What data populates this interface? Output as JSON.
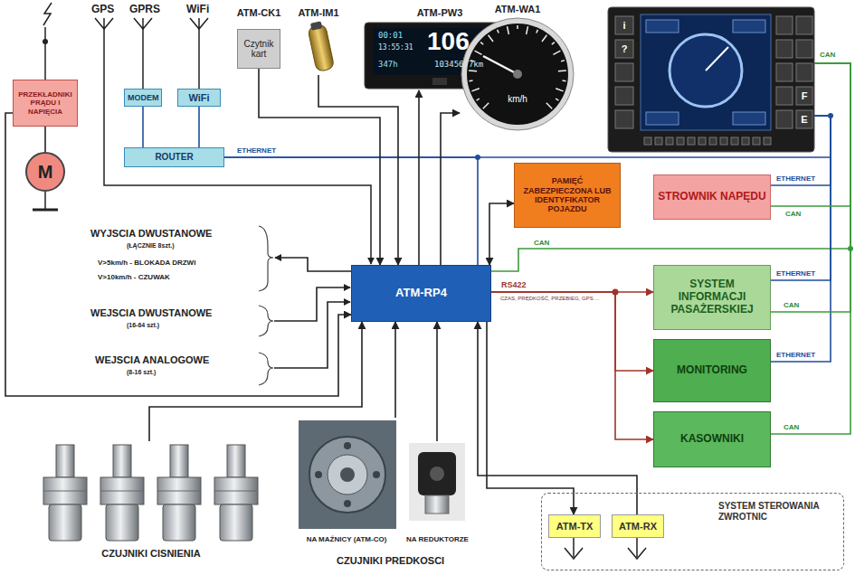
{
  "diagram": {
    "nodes": [
      {
        "text": [
          "PRZEKŁADNIKI PRĄDU I NAPIĘCIA"
        ]
      },
      {
        "text": [
          "M"
        ]
      },
      {
        "text": [
          "MODEM"
        ]
      },
      {
        "text": [
          "WiFi"
        ]
      },
      {
        "text": [
          "ROUTER"
        ]
      },
      {
        "text": [
          "ATM-CK1",
          "Czytnik kart"
        ]
      },
      {
        "text": [
          "ATM-IM1"
        ]
      },
      {
        "text": [
          "ATM-PW3",
          "00:01",
          "13:55:31",
          "106",
          "347h",
          "103456.7km"
        ]
      },
      {
        "text": [
          "ATM-WA1",
          "km/h"
        ]
      },
      {
        "text": [
          "i",
          "?",
          "F",
          "E"
        ]
      },
      {
        "text": [
          "PAMIĘĆ ZABEZPIECZONA LUB IDENTYFIKATOR POJAZDU"
        ]
      },
      {
        "text": [
          "ATM-RP4"
        ]
      },
      {
        "text": [
          "STROWNIK NAPĘDU"
        ]
      },
      {
        "text": [
          "SYSTEM INFORMACJI PASAŻERSKIEJ"
        ]
      },
      {
        "text": [
          "MONITORING"
        ]
      },
      {
        "text": [
          "KASOWNIKI"
        ]
      },
      {
        "text": [
          "CZUJNIKI CISNIENIA"
        ]
      },
      {
        "text": [
          "NA MAŹNICY (ATM-CO)"
        ]
      },
      {
        "text": [
          "NA REDUKTORZE"
        ]
      },
      {
        "text": [
          "SYSTEM STEROWANIA ZWROTNIC"
        ]
      },
      {
        "text": [
          "ATM-TX"
        ],
        "in": 19
      },
      {
        "text": [
          "ATM-RX"
        ],
        "in": 19
      }
    ],
    "edges": [
      {
        "from": 0,
        "to": 11,
        "arrow": "to"
      },
      {
        "from": 0,
        "to": 1,
        "arrow": "none"
      },
      {
        "from": 2,
        "to": 4,
        "arrow": "none"
      },
      {
        "from": 3,
        "to": 4,
        "arrow": "none"
      },
      {
        "from": 4,
        "to": 9,
        "arrow": "none"
      },
      {
        "from": 4,
        "to": 11,
        "arrow": "none"
      },
      {
        "from": 5,
        "to": 11,
        "arrow": "to"
      },
      {
        "from": 6,
        "to": 11,
        "arrow": "to"
      },
      {
        "from": 11,
        "to": 7,
        "arrow": "to"
      },
      {
        "from": 11,
        "to": 8,
        "arrow": "to"
      },
      {
        "from": 11,
        "to": 10,
        "arrow": "both"
      },
      {
        "from": 11,
        "to": 9,
        "arrow": "none"
      },
      {
        "from": 11,
        "to": 13,
        "label": "RS422",
        "arrow": "to"
      },
      {
        "from": 11,
        "to": 14,
        "arrow": "to"
      },
      {
        "from": 11,
        "to": 15,
        "arrow": "to"
      },
      {
        "from": 9,
        "to": 12,
        "arrow": "none"
      },
      {
        "from": 9,
        "to": 13,
        "arrow": "none"
      },
      {
        "from": 9,
        "to": 14,
        "arrow": "none"
      },
      {
        "from": 9,
        "to": 12,
        "arrow": "none"
      },
      {
        "from": 9,
        "to": 13,
        "arrow": "none"
      },
      {
        "from": 9,
        "to": 15,
        "arrow": "none"
      },
      {
        "from": 16,
        "to": 11,
        "arrow": "to"
      },
      {
        "from": 17,
        "to": 11,
        "arrow": "to"
      },
      {
        "from": 18,
        "to": 11,
        "arrow": "to"
      },
      {
        "from": 11,
        "to": 20,
        "arrow": "to"
      },
      {
        "from": 21,
        "to": 11,
        "arrow": "to"
      }
    ],
    "labels": [
      "GPS",
      "GPRS",
      "WiFi",
      "ETHERNET",
      "CAN",
      "ETHERNET",
      "CAN",
      "CAN",
      "ETHERNET",
      "CAN",
      "ETHERNET",
      "CAN",
      "CZAS, PRĘDKOŚĆ, PRZEBIEG, GPS ...",
      "WYJSCIA DWUSTANOWE",
      "(ŁĄCZNIE 8szt.)",
      "V>5km/h - BLOKADA DRZWI",
      "V>10km/h - CZUWAK",
      "WEJSCIA DWUSTANOWE",
      "(16-64 szt.)",
      "WEJSCIA ANALOGOWE",
      "(8-16 szt.)",
      "CZUJNIKI PREDKOSCI"
    ]
  }
}
